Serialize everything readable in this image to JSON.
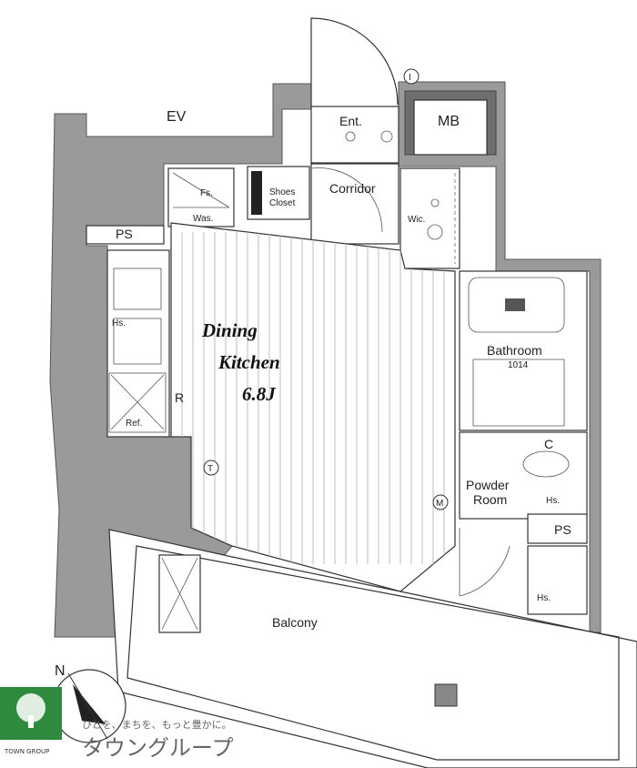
{
  "plan": {
    "labels": {
      "ev": "EV",
      "ent": "Ent.",
      "mb": "MB",
      "corridor": "Corridor",
      "shoes_closet_1": "Shoes",
      "shoes_closet_2": "Closet",
      "wic": "Wic.",
      "ps_left": "PS",
      "ps_right": "PS",
      "fs": "Fs.",
      "was": "Was.",
      "hs_left": "Hs.",
      "ref": "Ref.",
      "r_mark": "R",
      "dining_1": "Dining",
      "dining_2": "Kitchen",
      "dining_3": "6.8J",
      "bathroom": "Bathroom",
      "bath_size": "1014",
      "powder_1": "Powder",
      "powder_2": "Room",
      "hs_right": "Hs.",
      "hs_bottom": "Hs.",
      "balcony": "Balcony",
      "c_mark": "C",
      "i_mark": "I",
      "m_mark": "M",
      "t_mark": "T",
      "compass_n": "N"
    }
  },
  "logo": {
    "tagline": "ひとを、まちを、もっと豊かに。",
    "brand": "タウングループ",
    "company": "TOWN GROUP"
  },
  "colors": {
    "wall": "#9a9a9a",
    "logo_green": "#2e8b3d"
  }
}
